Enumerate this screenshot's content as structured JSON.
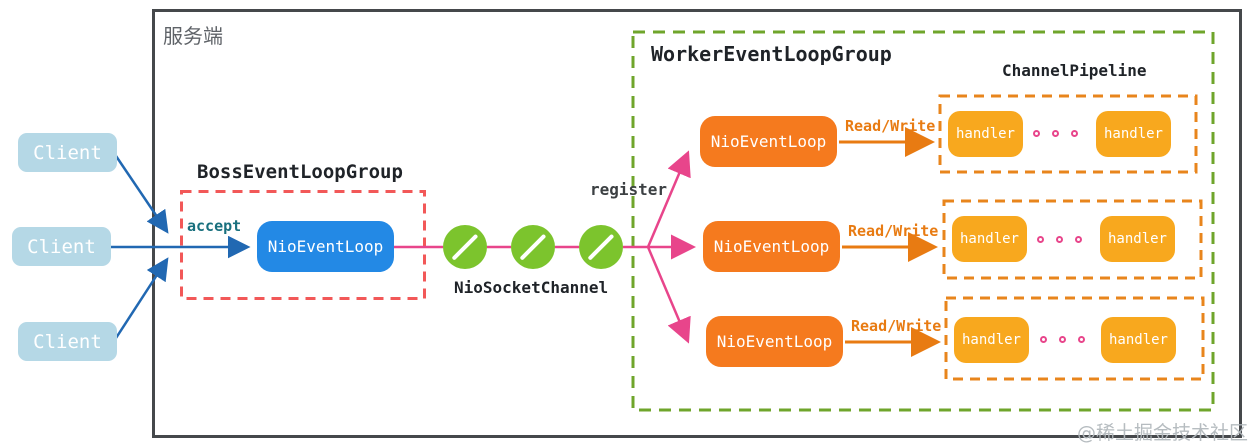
{
  "server": {
    "label": "服务端"
  },
  "clients": {
    "items": [
      "Client",
      "Client",
      "Client"
    ]
  },
  "boss": {
    "title": "BossEventLoopGroup",
    "accept_label": "accept",
    "event_loop": "NioEventLoop"
  },
  "channel": {
    "label": "NioSocketChannel",
    "register_label": "register",
    "circle_count": 3
  },
  "worker": {
    "title": "WorkerEventLoopGroup",
    "pipeline_title": "ChannelPipeline",
    "rows": [
      {
        "event_loop": "NioEventLoop",
        "read_write": "Read/Write",
        "handlers": [
          "handler",
          "handler"
        ]
      },
      {
        "event_loop": "NioEventLoop",
        "read_write": "Read/Write",
        "handlers": [
          "handler",
          "handler"
        ]
      },
      {
        "event_loop": "NioEventLoop",
        "read_write": "Read/Write",
        "handlers": [
          "handler",
          "handler"
        ]
      }
    ]
  },
  "watermark": "@稀土掘金技术社区",
  "colors": {
    "server_border": "#45484b",
    "client_fill": "#b5d8e6",
    "client_arrow_blue": "#2168b2",
    "boss_dash_red": "#f25858",
    "accept_teal": "#19707e",
    "boss_loop_blue": "#2389e5",
    "channel_pink": "#e8458b",
    "socket_channel_green": "#7cc42d",
    "worker_dash_green": "#6fa52b",
    "worker_loop_orange": "#f57a1e",
    "read_write_orange": "#e87b12",
    "pipeline_dash_orange": "#e8851c",
    "handler_amber": "#f8a81e",
    "watermark_gray": "#b2b8bd"
  }
}
